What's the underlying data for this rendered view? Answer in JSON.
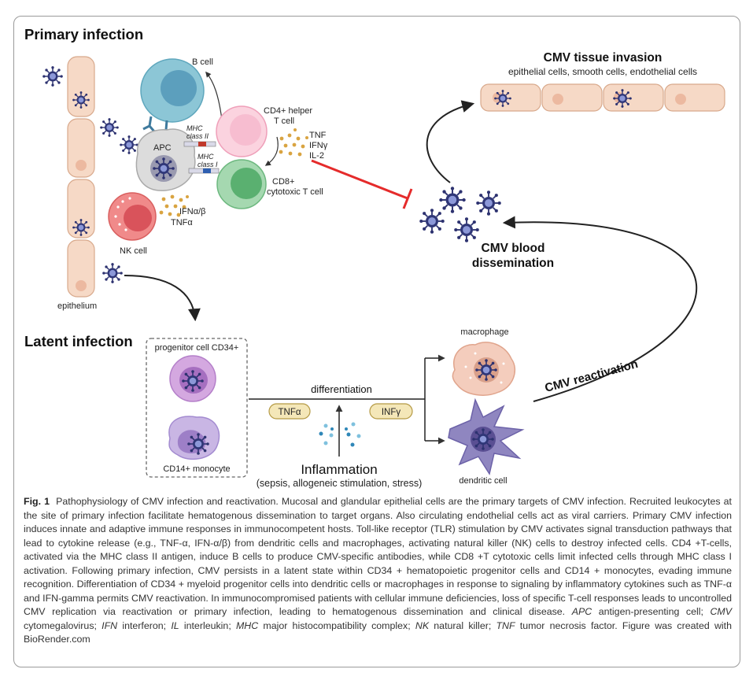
{
  "figure": {
    "primary_title": "Primary infection",
    "latent_title": "Latent infection",
    "labels": {
      "b_cell": "B cell",
      "cd4": "CD4+ helper",
      "cd4_b": "T cell",
      "mhc2_a": "MHC",
      "mhc2_b": "class II",
      "mhc1_a": "MHC",
      "mhc1_b": "class I",
      "apc": "APC",
      "cd8": "CD8+",
      "cd8_b": "cytotoxic T cell",
      "tnf": "TNF",
      "ifng": "IFNγ",
      "il2": "IL-2",
      "ifnab": "IFNα/β",
      "tnfa": "TNFα",
      "nk": "NK cell",
      "epithelium": "epithelium",
      "tissue_title": "CMV tissue invasion",
      "tissue_sub": "epithelial cells, smooth cells, endothelial cells",
      "blood_a": "CMV blood",
      "blood_b": "dissemination",
      "progenitor": "progenitor cell CD34+",
      "monocyte": "CD14+ monocyte",
      "differentiation": "differentiation",
      "tnfa_pill": "TNFα",
      "infg_pill": "INFγ",
      "inflammation": "Inflammation",
      "inflammation_sub": "(sepsis, allogeneic stimulation, stress)",
      "macrophage": "macrophage",
      "dendritic": "dendritic cell",
      "reactivation": "CMV reactivation"
    }
  },
  "caption": {
    "label": "Fig. 1",
    "p1": "Pathophysiology of CMV infection and reactivation. Mucosal and glandular epithelial cells are the primary targets of CMV infection. Recruited leukocytes at the site of primary infection facilitate hematogenous dissemination to target organs. Also circulating endothelial cells act as viral carriers. Primary CMV infection induces innate and adaptive immune responses in immunocompetent hosts. Toll-like receptor (TLR) stimulation by CMV activates signal transduction pathways that lead to cytokine release (e.g., TNF-α, IFN-α/β) from dendritic cells and macrophages, activating natural killer (NK) cells to destroy infected cells. CD4 +T-cells, activated via the MHC class II antigen, induce B cells to produce CMV-specific antibodies, while CD8 +T cytotoxic cells limit infected cells through MHC class I activation. Following primary infection, CMV persists in a latent state within CD34 + hematopoietic progenitor cells and CD14 + monocytes, evading immune recognition. Differentiation of CD34 + myeloid progenitor cells into dendritic cells or macrophages in response to signaling by inflammatory cytokines such as TNF-α and IFN-gamma permits CMV reactivation. In immunocompromised patients with cellular immune deficiencies, loss of specific T-cell responses leads to uncontrolled CMV replication via reactivation or primary infection, leading to hematogenous dissemination and clinical disease.",
    "abbr": [
      {
        "term": "APC",
        "def": "antigen-presenting cell;"
      },
      {
        "term": "CMV",
        "def": "cytomegalovirus;"
      },
      {
        "term": "IFN",
        "def": "interferon;"
      },
      {
        "term": "IL",
        "def": "interleukin;"
      },
      {
        "term": "MHC",
        "def": "major histocompatibility complex;"
      },
      {
        "term": "NK",
        "def": "natural killer;"
      },
      {
        "term": "TNF",
        "def": "tumor necrosis factor."
      }
    ],
    "credit": "Figure was created with BioRender.com"
  }
}
